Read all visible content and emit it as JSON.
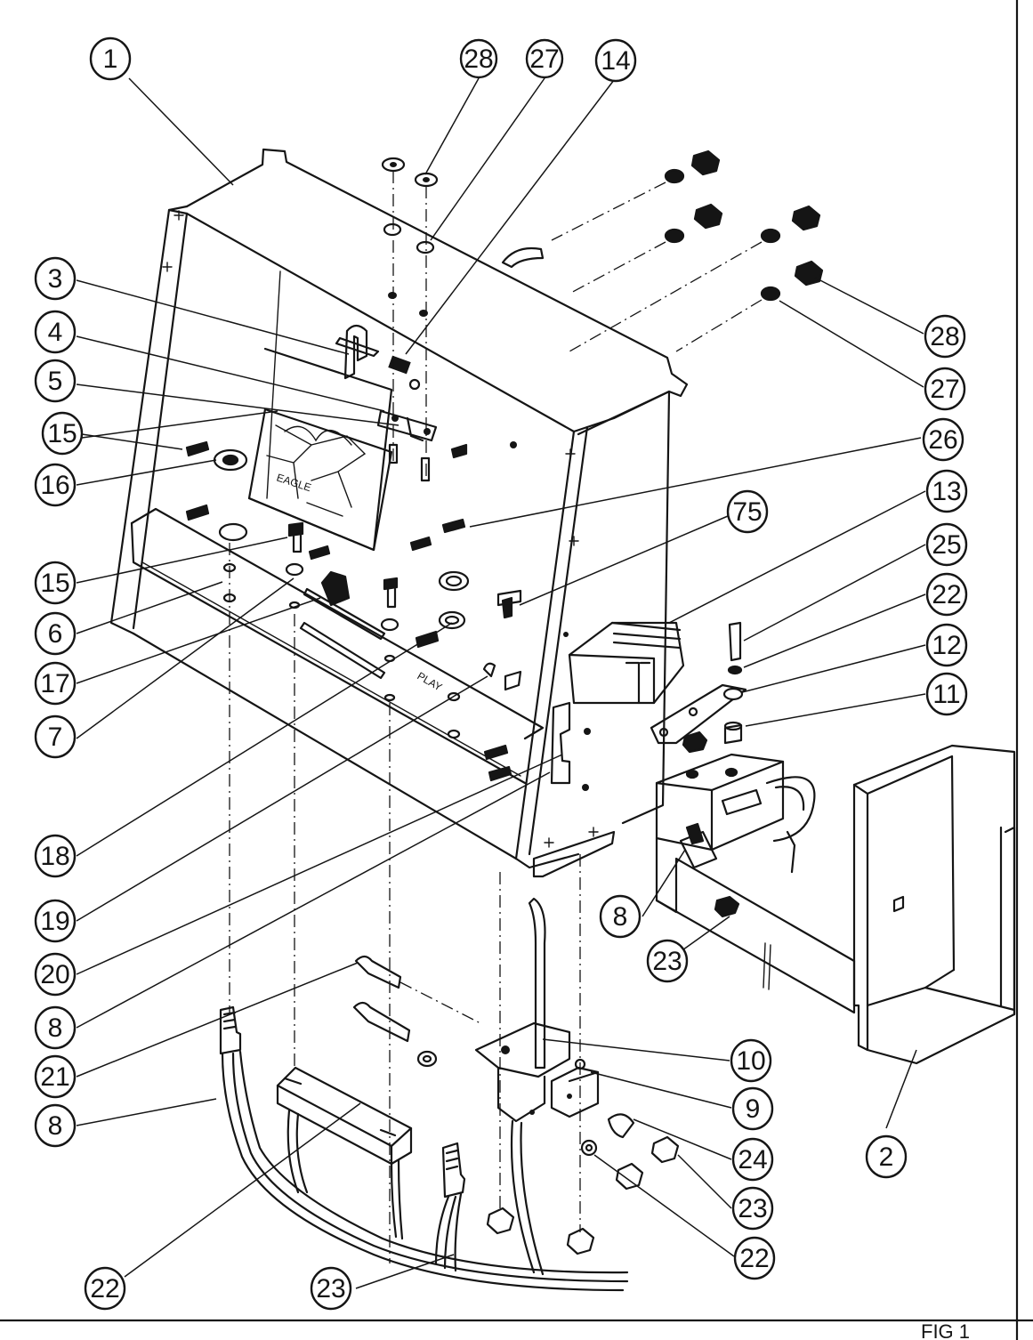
{
  "figure": {
    "label": "FIG 1",
    "plate_text": "PLAY"
  },
  "callouts": [
    {
      "id": "c1",
      "label": "1"
    },
    {
      "id": "c28a",
      "label": "28"
    },
    {
      "id": "c27a",
      "label": "27"
    },
    {
      "id": "c14",
      "label": "14"
    },
    {
      "id": "c3",
      "label": "3"
    },
    {
      "id": "c4",
      "label": "4"
    },
    {
      "id": "c5",
      "label": "5"
    },
    {
      "id": "c15a",
      "label": "15"
    },
    {
      "id": "c16",
      "label": "16"
    },
    {
      "id": "c15b",
      "label": "15"
    },
    {
      "id": "c6",
      "label": "6"
    },
    {
      "id": "c17",
      "label": "17"
    },
    {
      "id": "c7",
      "label": "7"
    },
    {
      "id": "c18",
      "label": "18"
    },
    {
      "id": "c19",
      "label": "19"
    },
    {
      "id": "c20",
      "label": "20"
    },
    {
      "id": "c8a",
      "label": "8"
    },
    {
      "id": "c21",
      "label": "21"
    },
    {
      "id": "c8b",
      "label": "8"
    },
    {
      "id": "c22a",
      "label": "22"
    },
    {
      "id": "c23a",
      "label": "23"
    },
    {
      "id": "c28b",
      "label": "28"
    },
    {
      "id": "c27b",
      "label": "27"
    },
    {
      "id": "c26",
      "label": "26"
    },
    {
      "id": "c75",
      "label": "75"
    },
    {
      "id": "c13",
      "label": "13"
    },
    {
      "id": "c25",
      "label": "25"
    },
    {
      "id": "c22b",
      "label": "22"
    },
    {
      "id": "c12",
      "label": "12"
    },
    {
      "id": "c11",
      "label": "11"
    },
    {
      "id": "c8c",
      "label": "8"
    },
    {
      "id": "c23b",
      "label": "23"
    },
    {
      "id": "c10",
      "label": "10"
    },
    {
      "id": "c9",
      "label": "9"
    },
    {
      "id": "c24",
      "label": "24"
    },
    {
      "id": "c23c",
      "label": "23"
    },
    {
      "id": "c22c",
      "label": "22"
    },
    {
      "id": "c2",
      "label": "2"
    }
  ]
}
